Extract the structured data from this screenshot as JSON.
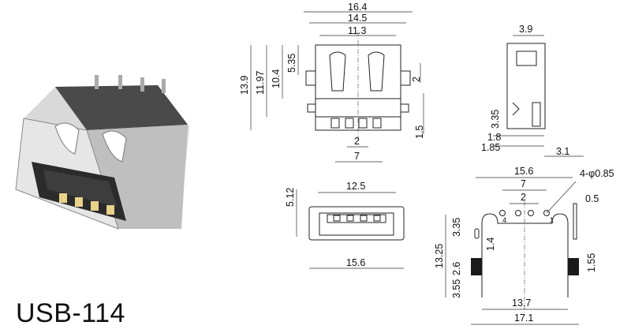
{
  "model_label": "USB-114",
  "front_view": {
    "widths": [
      "16.4",
      "14.5",
      "11.3"
    ],
    "heights": [
      "13.9",
      "11.97",
      "10.4",
      "5.35"
    ],
    "side_tab": "2",
    "lower_tab": "1.5",
    "pin_pitch": "2",
    "pin_span": "7"
  },
  "side_view": {
    "width": "3.9",
    "dims": [
      "3.35",
      "1.8",
      "1.85",
      "3.1"
    ]
  },
  "opening_view": {
    "width": "12.5",
    "height": "5.12",
    "overall_width": "15.6"
  },
  "footprint_view": {
    "overall": "15.6",
    "pin_span": "7",
    "pin_pitch": "2",
    "holes": "4-φ0.85",
    "slot_width": "0.5",
    "dims_left": [
      "3.35",
      "1.4",
      "13.25",
      "2.6",
      "3.55"
    ],
    "dim_right": "1.55",
    "inner_width": "13.7",
    "outer_width": "17.1",
    "pin_numbers": [
      "4",
      "1"
    ]
  }
}
